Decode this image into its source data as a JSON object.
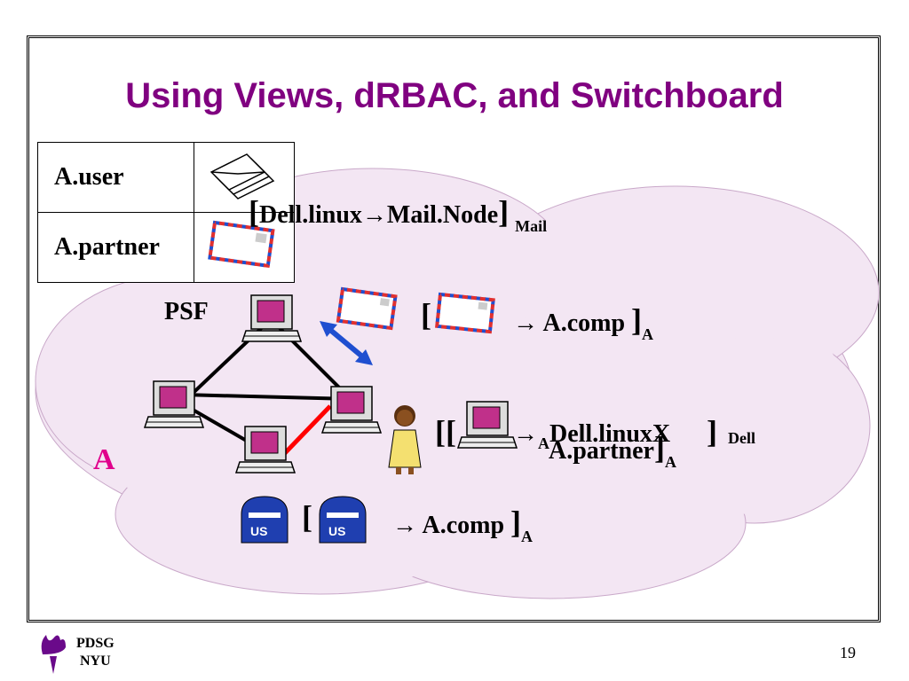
{
  "title": "Using Views, dRBAC, and Switchboard",
  "roles_table": [
    {
      "label": "A.user",
      "icon": "mail-stack-icon"
    },
    {
      "label": "A.partner",
      "icon": "airmail-envelope-icon"
    }
  ],
  "delegation_mail": {
    "left": "[",
    "text": "Dell.linux→Mail.Node",
    "right": "]",
    "subscript": "Mail"
  },
  "psf_label": "PSF",
  "delegation_comp": {
    "left": "[",
    "arrow": "→",
    "text": "A.comp",
    "right": "]",
    "subscript": "A"
  },
  "delegation_dell": {
    "left": "[[",
    "arrow": "→",
    "text_overlap_1": "A.partner",
    "text_overlap_2": "Dell.linux",
    "right": "]",
    "mid_subscript": "A",
    "x_char": "X",
    "subscript": "Dell"
  },
  "delegation_mailbox": {
    "left": "[",
    "arrow": "→",
    "text": "A.comp",
    "right": "]",
    "subscript": "A"
  },
  "domain_label": "A",
  "footer": {
    "org_line1": "PDSG",
    "org_line2": "NYU",
    "page": "19"
  },
  "colors": {
    "title": "#800080",
    "domain_label": "#e0008c",
    "cloud_fill": "#f3e6f3",
    "red_link": "#ff0000",
    "blue_arrow": "#1f4fd0"
  }
}
